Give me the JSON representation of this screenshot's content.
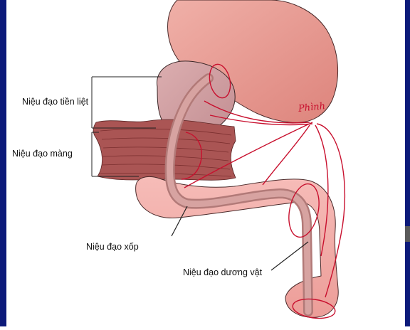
{
  "labels": {
    "prostatic": "Niệu đạo tiền liệt",
    "membranous": "Niệu đạo màng",
    "spongy": "Niệu đạo xốp",
    "penile": "Niệu đạo dương vật"
  },
  "annotation": {
    "handwritten": "Phình"
  },
  "colors": {
    "frame": "#0c1a7a",
    "bladder": "#e3928a",
    "prostate": "#cf9ca0",
    "membrane_muscle": "#a8504f",
    "spongy_body": "#f2aaa6",
    "urethra": "#c98a88",
    "annotation": "#c8102e"
  }
}
